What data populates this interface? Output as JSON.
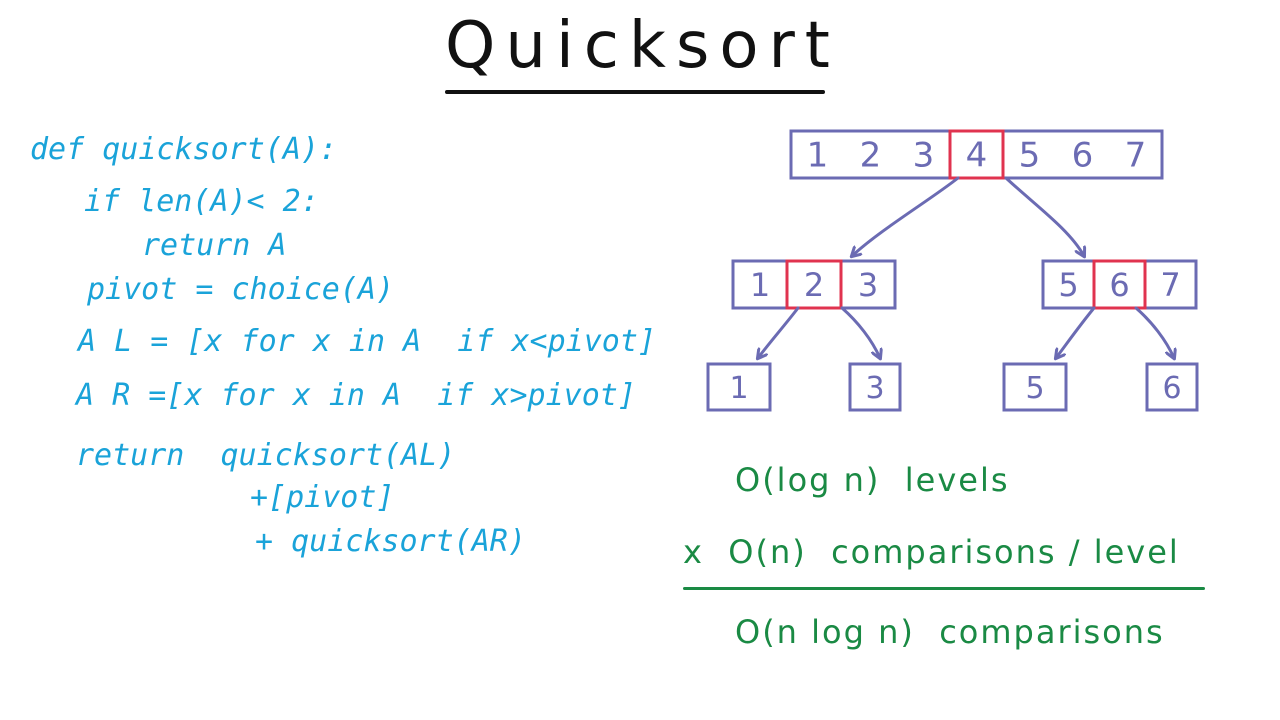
{
  "title": "Quicksort",
  "code": {
    "line1": "def quicksort(A):",
    "line2": "if len(A)< 2:",
    "line3": "return A",
    "line4": "pivot = choice(A)",
    "line5": "A L = [x for x in A  if x<pivot]",
    "line6": "A R =[x for x in A  if x>pivot]",
    "line7": "return  quicksort(AL)",
    "line8": "+[pivot]",
    "line9": "+ quicksort(AR)"
  },
  "tree": {
    "root": [
      "1",
      "2",
      "3",
      "4",
      "5",
      "6",
      "7"
    ],
    "left": [
      "1",
      "2",
      "3"
    ],
    "right": [
      "5",
      "6",
      "7"
    ],
    "leaf_ll": "1",
    "leaf_lr": "3",
    "leaf_rl": "5",
    "leaf_rr": "6",
    "box_color": "#6b6bb3",
    "pivot_color": "#e0334f"
  },
  "analysis": {
    "line1": "O(log n)  levels",
    "line2": "x  O(n)  comparisons / level",
    "line3": "O(n log n)  comparisons",
    "color": "#1a8a44"
  }
}
